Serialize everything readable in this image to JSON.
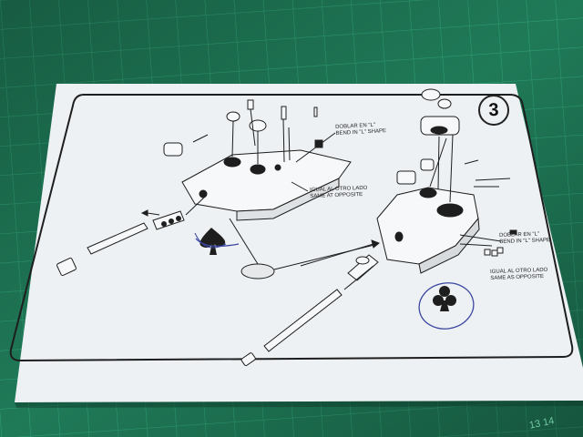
{
  "colors": {
    "mat": "#1f7a58",
    "mat_grid": "#2f9d74",
    "paper": "#f4f6f8",
    "ink": "#1e1e1e",
    "pen": "#3a46a0"
  },
  "icons": {
    "left_mark": "spade-hand-drawn-icon",
    "right_mark": "club-icon"
  },
  "sheet": {
    "step_number": "3"
  },
  "callouts": {
    "bend_left_line1": "DOBLAR EN \"L\"",
    "bend_left_line2": "BEND IN \"L\" SHAPE",
    "same_left_line1": "IGUAL AL OTRO LADO",
    "same_left_line2": "SAME AT OPPOSITE",
    "bend_right_line1": "DOBLAR EN \"L\"",
    "bend_right_line2": "BEND IN \"L\" SHAPE",
    "same_right_line1": "IGUAL AL OTRO LADO",
    "same_right_line2": "SAME AS OPPOSITE"
  },
  "mat_ruler": {
    "numbers": "13 14"
  }
}
